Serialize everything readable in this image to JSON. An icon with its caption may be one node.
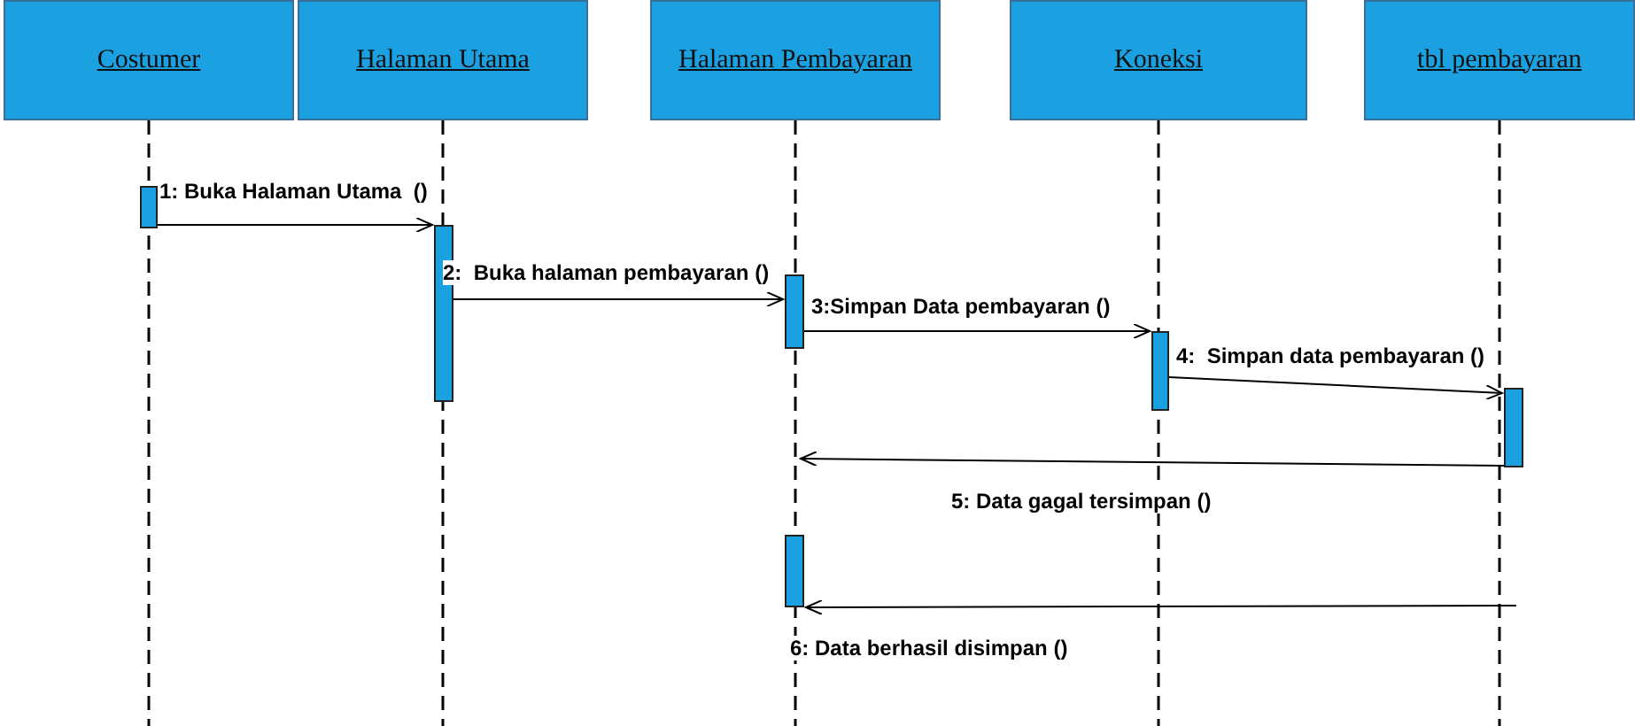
{
  "diagram": {
    "nodes": [
      {
        "text": [
          "Costumer"
        ]
      },
      {
        "text": [
          "Halaman Utama"
        ]
      },
      {
        "text": [
          "Halaman Pembayaran"
        ]
      },
      {
        "text": [
          "Koneksi"
        ]
      },
      {
        "text": [
          "tbl pembayaran"
        ]
      },
      {
        "text": [],
        "shape": "bar"
      },
      {
        "text": [],
        "shape": "bar"
      },
      {
        "text": [],
        "shape": "bar"
      },
      {
        "text": [],
        "shape": "bar"
      },
      {
        "text": [],
        "shape": "bar"
      },
      {
        "text": [],
        "shape": "bar"
      }
    ],
    "edges": [
      {
        "from": 5,
        "to": 6,
        "arrow": "to",
        "label": "1: Buka Halaman Utama  ()"
      },
      {
        "from": 6,
        "to": 7,
        "arrow": "to",
        "label": "2:  Buka halaman pembayaran ()"
      },
      {
        "from": 7,
        "to": 8,
        "arrow": "to",
        "label": "3:Simpan Data pembayaran ()"
      },
      {
        "from": 8,
        "to": 9,
        "arrow": "to",
        "label": "4:  Simpan data pembayaran ()"
      },
      {
        "from": 9,
        "to": null,
        "arrow": "to",
        "label": "5: Data gagal tersimpan ()"
      },
      {
        "from": null,
        "to": 10,
        "arrow": "to",
        "label": "6: Data berhasil disimpan ()"
      }
    ]
  }
}
